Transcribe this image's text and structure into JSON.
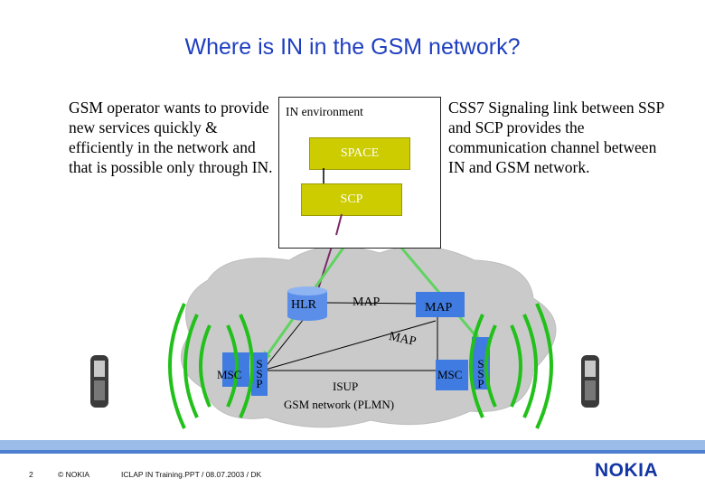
{
  "slide": {
    "title": "Where is IN in the GSM network?",
    "left_text": "GSM operator wants to provide new services quickly & efficiently in the network and that is possible only through IN.",
    "right_text": "CSS7 Signaling link between SSP and SCP provides the communication channel between IN and GSM network."
  },
  "diagram": {
    "in_environment": "IN environment",
    "space": "SPACE",
    "scp": "SCP",
    "hlr": "HLR",
    "map_top": "MAP",
    "map_mid": "MAP",
    "map_side": "MAP",
    "isup": "ISUP",
    "network": "GSM network (PLMN)",
    "msc_left": "MSC",
    "msc_right": "MSC",
    "ssp_left": [
      "S",
      "S",
      "P"
    ],
    "ssp_right": [
      "S",
      "S",
      "P"
    ]
  },
  "footer": {
    "page": "2",
    "copyright": "© NOKIA",
    "file": "ICLAP IN Training.PPT / 08.07.2003 / DK",
    "logo": "NOKIA"
  },
  "colors": {
    "title": "#1f3fc0",
    "box_yellow": "#cccc00",
    "ssp_blue": "#3f7be0",
    "radio_green": "#22c01a",
    "cloud_gray": "#c8c8c8",
    "link_green": "#5fd35f"
  }
}
